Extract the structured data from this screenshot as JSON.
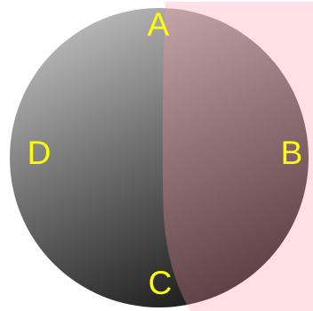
{
  "diagram": {
    "points": [
      {
        "id": "A",
        "label": "A"
      },
      {
        "id": "B",
        "label": "B"
      },
      {
        "id": "C",
        "label": "C"
      },
      {
        "id": "D",
        "label": "D"
      }
    ]
  },
  "colors": {
    "sphere_light": "#bdbdbd",
    "sphere_dark": "#141414",
    "overlay_fill": "#ff99a8",
    "label_color": "#ffff00",
    "background": "#ffffff"
  }
}
